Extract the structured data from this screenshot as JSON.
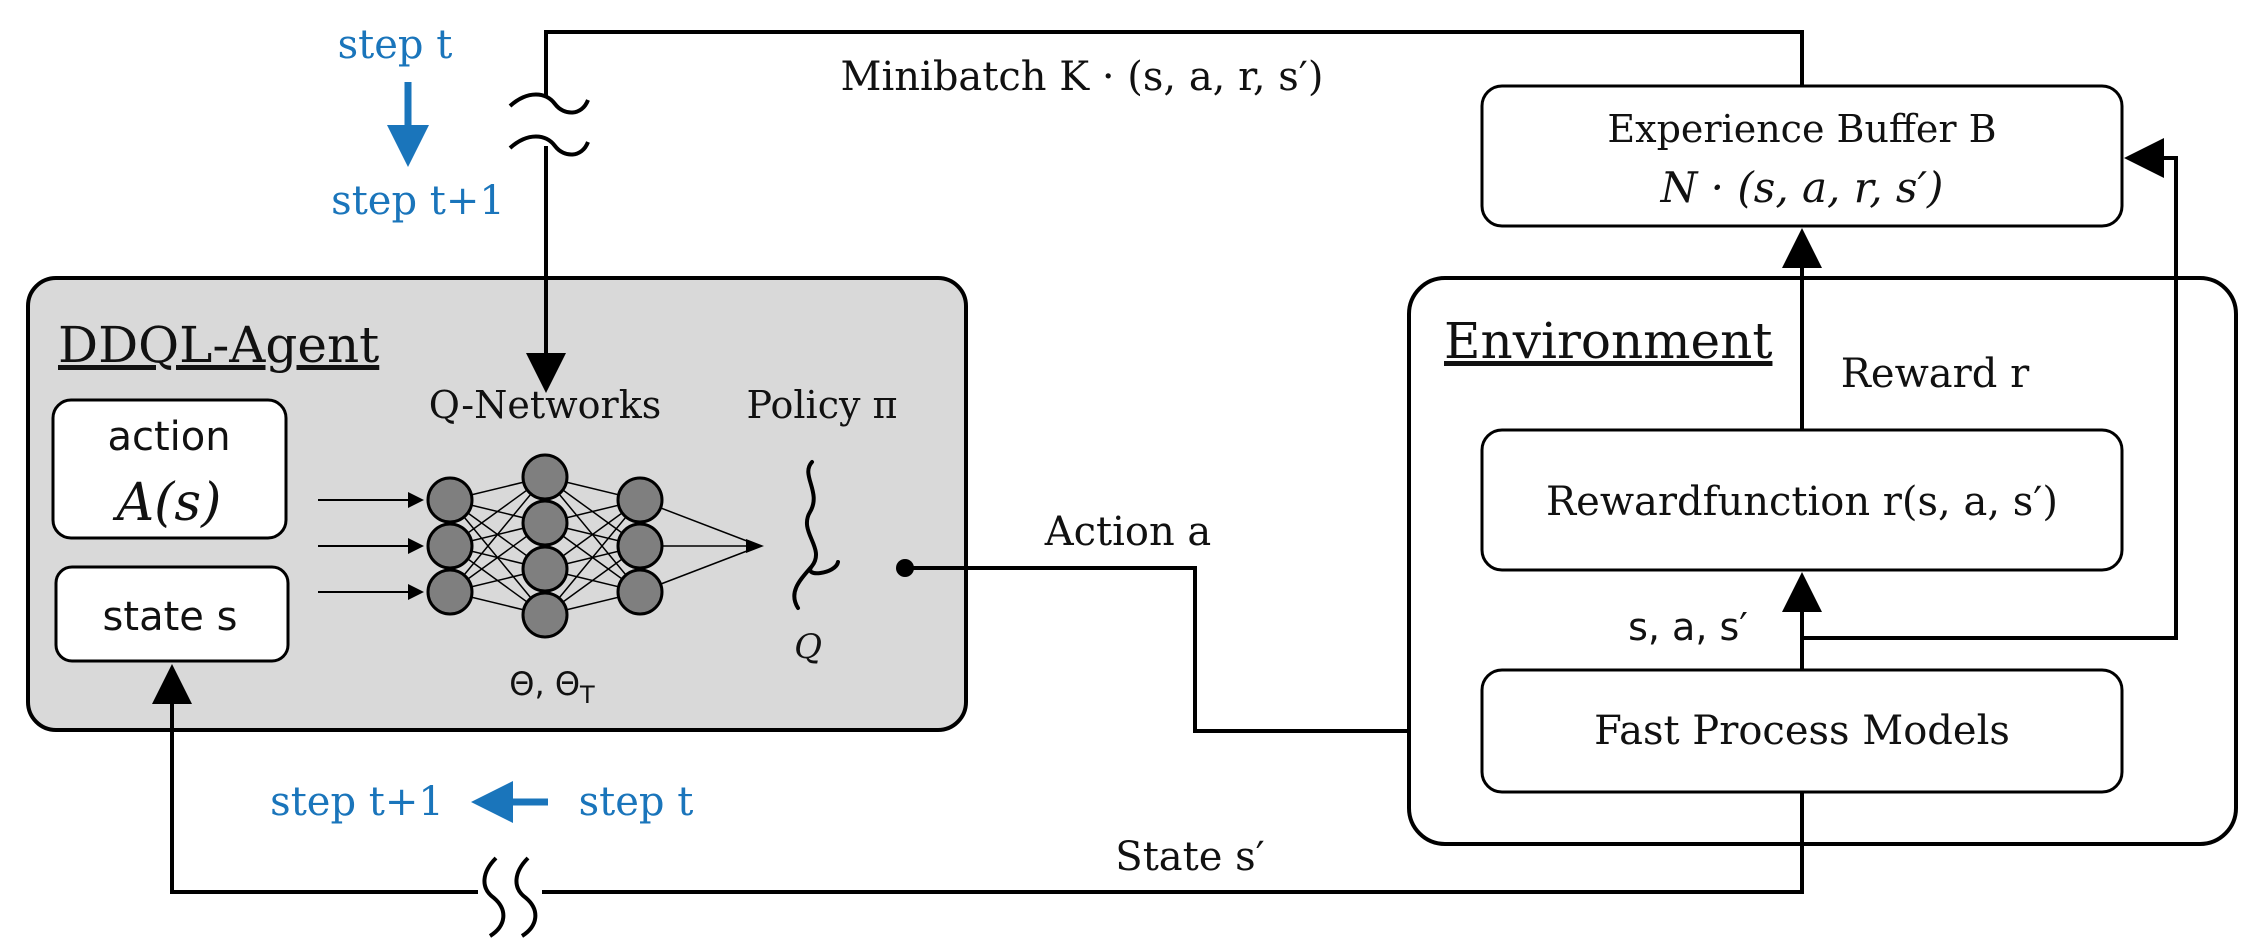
{
  "colors": {
    "agent_fill": "#d9d9d9",
    "stroke": "#000000",
    "node_fill": "#7f7f7f",
    "step_blue": "#1a75bb"
  },
  "step_top": {
    "from": "step t",
    "to": "step t+1"
  },
  "step_bottom": {
    "from": "step t",
    "to": "step t+1"
  },
  "minibatch_label": "Minibatch K · (s, a, r, s′)",
  "experience_buffer": {
    "title": "Experience Buffer B",
    "formula": "N · (s, a, r, s′)"
  },
  "agent": {
    "title": "DDQL-Agent",
    "action_box": {
      "line1": "action",
      "line2": "A(s)"
    },
    "state_box": "state s",
    "qnetworks_label": "Q-Networks",
    "params_label": "Θ, ΘT",
    "policy_label": "Policy π",
    "q_label": "Q"
  },
  "action_edge_label": "Action a",
  "environment": {
    "title": "Environment",
    "reward_label": "Reward r",
    "rewardfunction": "Rewardfunction r(s, a, s′)",
    "sas_label": "s, a, s′",
    "fast_process_models": "Fast Process Models"
  },
  "state_edge_label": "State s′"
}
